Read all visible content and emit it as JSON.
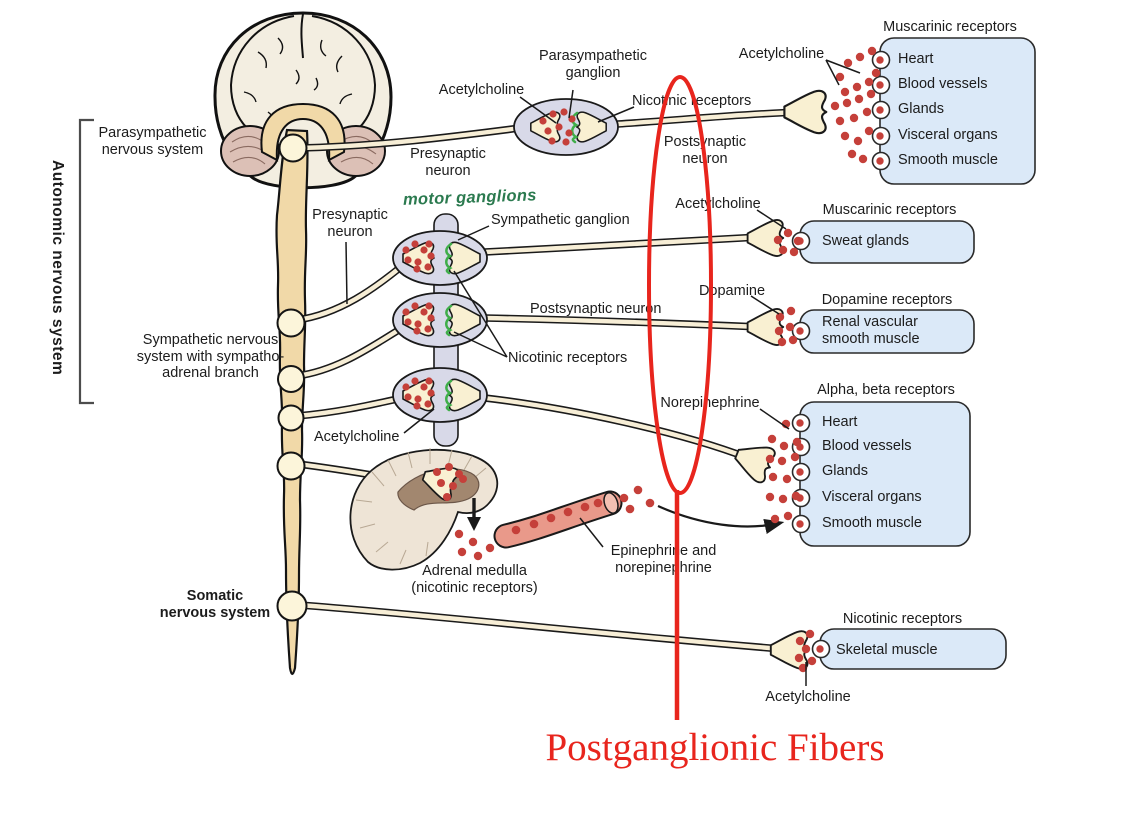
{
  "colors": {
    "annotation_red": "#e8251d",
    "handwriting_green": "#2b7a4f",
    "dot_red": "#c5403a",
    "box_blue": "#dbe9f8",
    "axon_cream": "#f7eed6",
    "ganglion_lavender": "#d8d9e8"
  },
  "left_panel": {
    "autonomic_label": "Autonomic nervous system",
    "para_label": {
      "l1": "Parasympathetic",
      "l2": "nervous system"
    },
    "symp_label": {
      "l1": "Sympathetic nervous",
      "l2": "system with sympatho-",
      "l3": "adrenal branch"
    },
    "somatic_label": {
      "l1": "Somatic",
      "l2": "nervous system"
    }
  },
  "parasympathetic_pathway": {
    "ganglion_label": {
      "l1": "Parasympathetic",
      "l2": "ganglion"
    },
    "ach_label": "Acetylcholine",
    "nicotinic_label": "Nicotinic receptors",
    "presyn": {
      "l1": "Presynaptic",
      "l2": "neuron"
    },
    "postsyn": {
      "l1": "Postsynaptic",
      "l2": "neuron"
    },
    "terminal_ach": "Acetylcholine",
    "box": {
      "title": "Muscarinic receptors",
      "targets": [
        "Heart",
        "Blood vessels",
        "Glands",
        "Visceral organs",
        "Smooth muscle"
      ]
    }
  },
  "sympathetic_pathway": {
    "presyn": {
      "l1": "Presynaptic",
      "l2": "neuron"
    },
    "handwritten_note": "motor ganglions",
    "ganglion_label": "Sympathetic ganglion",
    "postsyn_label": "Postsynaptic neuron",
    "nicotinic_label": "Nicotinic receptors",
    "ach_label": "Acetylcholine",
    "sweat": {
      "transmitter": "Acetylcholine",
      "title": "Muscarinic receptors",
      "target": "Sweat glands"
    },
    "renal": {
      "transmitter": "Dopamine",
      "title": "Dopamine receptors",
      "t1": "Renal vascular",
      "t2": "smooth muscle"
    },
    "norepi": {
      "transmitter": "Norepinephrine",
      "title": "Alpha, beta receptors",
      "targets": [
        "Heart",
        "Blood vessels",
        "Glands",
        "Visceral organs",
        "Smooth muscle"
      ]
    },
    "adrenal": {
      "l1": "Adrenal medulla",
      "l2": "(nicotinic receptors)",
      "h1": "Epinephrine and",
      "h2": "norepinephrine"
    }
  },
  "somatic_pathway": {
    "box": {
      "title": "Nicotinic receptors",
      "target": "Skeletal muscle"
    },
    "transmitter": "Acetylcholine"
  },
  "annotation": {
    "postganglionic_label": "Postganglionic Fibers"
  }
}
